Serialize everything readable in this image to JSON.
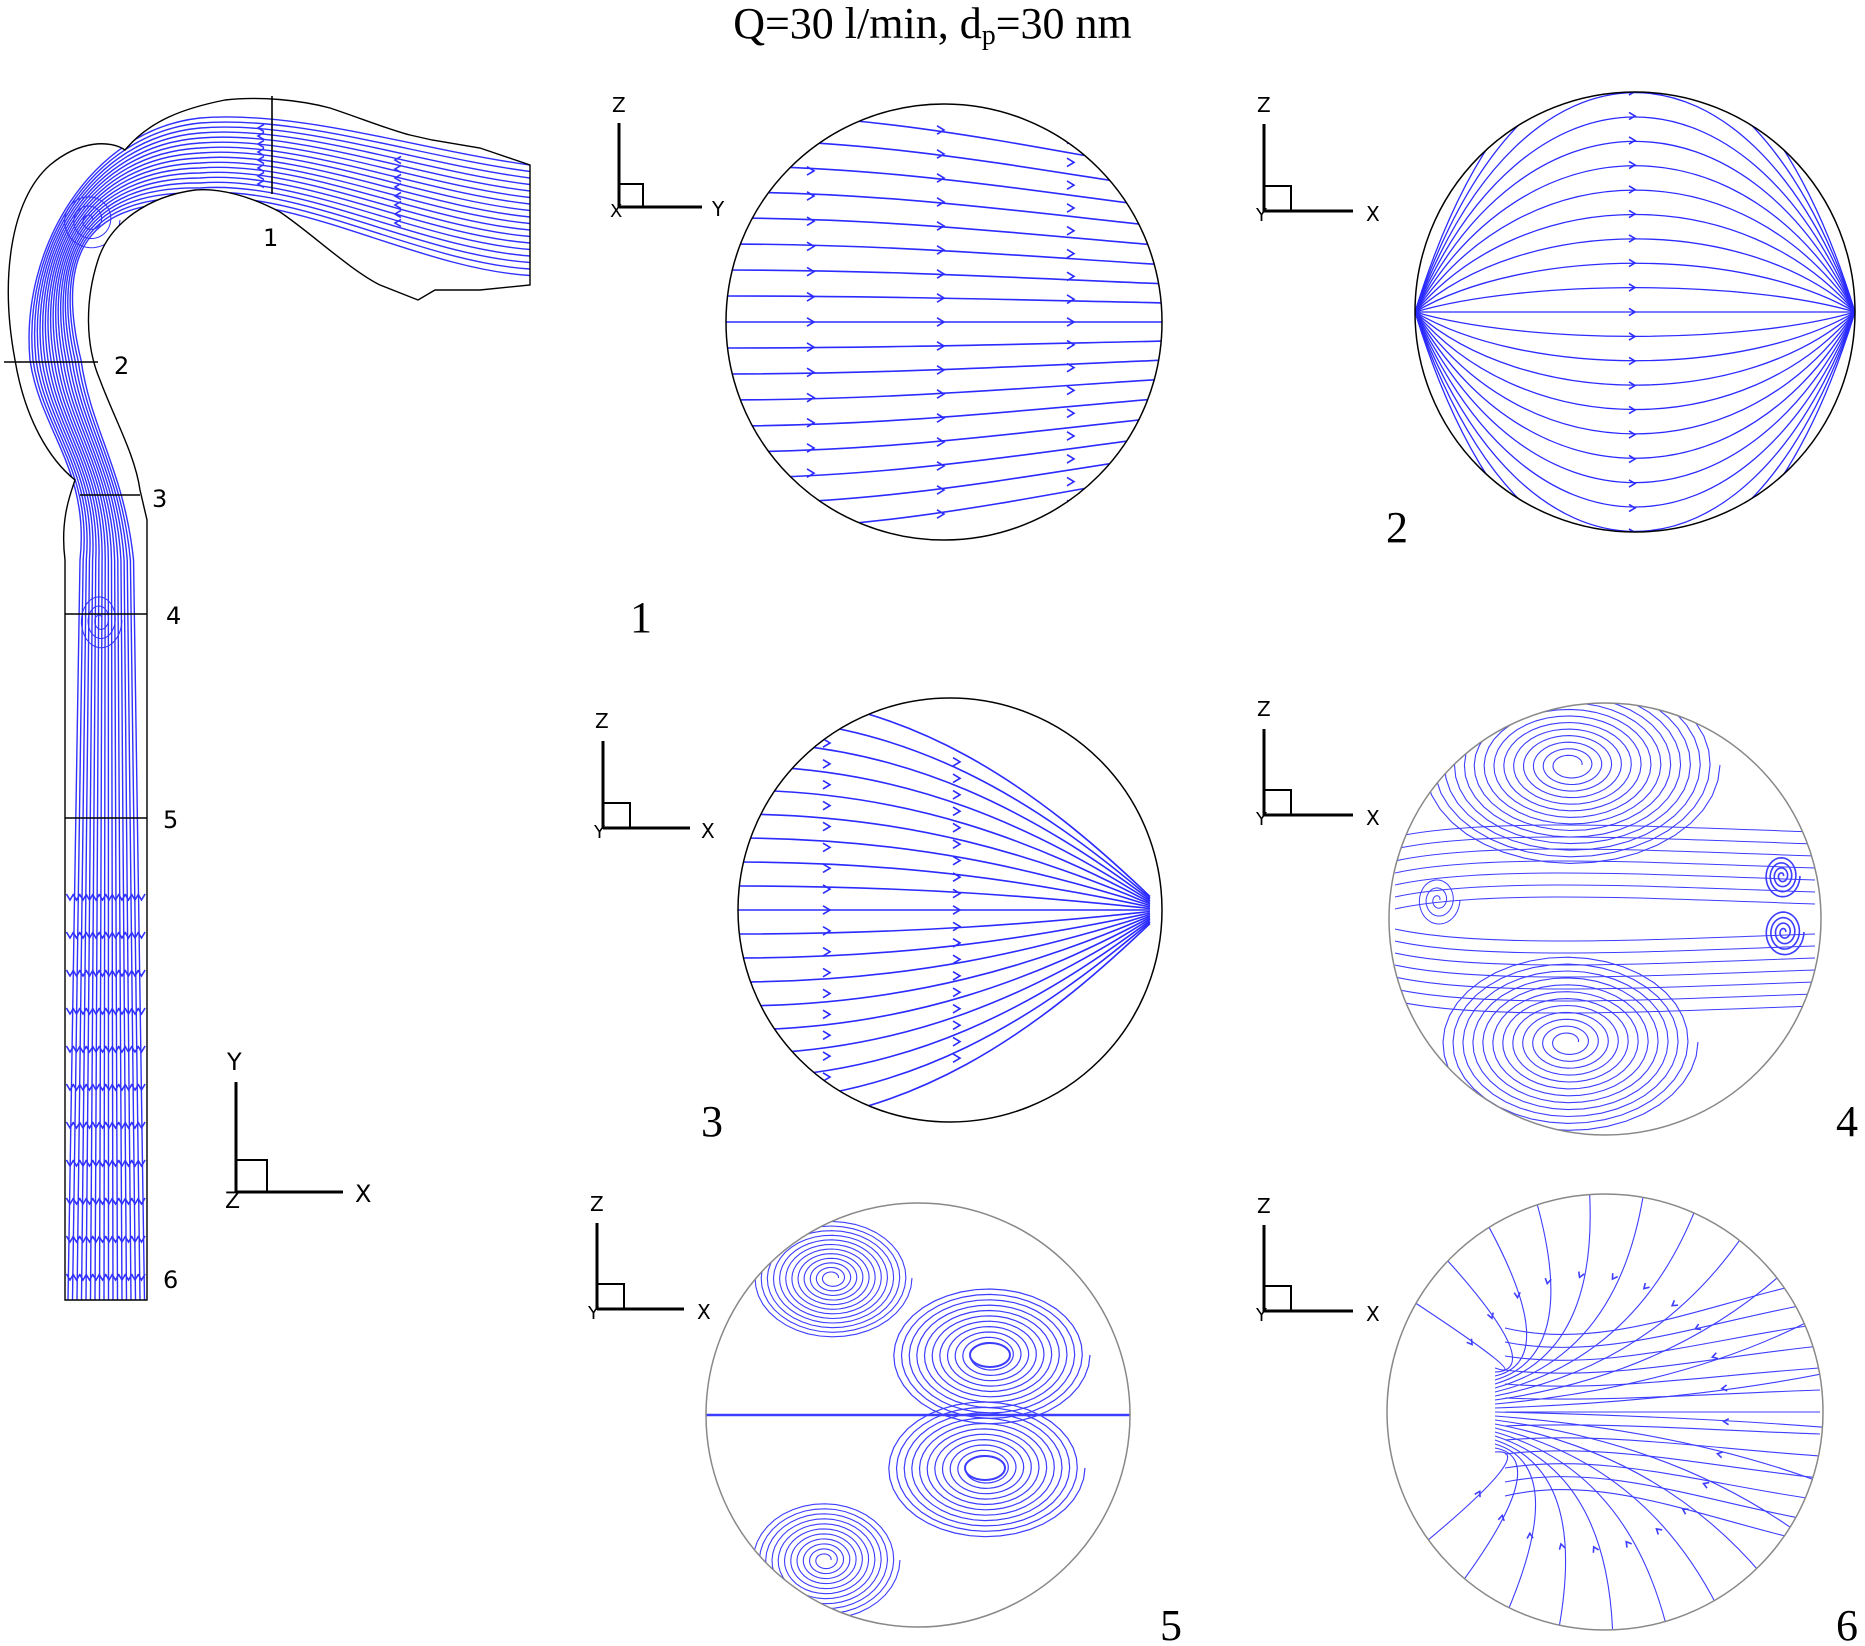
{
  "title": {
    "prefix": "Q=30 l/min, d",
    "subscript": "p",
    "suffix": "=30 nm"
  },
  "airway": {
    "section_labels": [
      "1",
      "2",
      "3",
      "4",
      "5",
      "6"
    ],
    "axes": {
      "vertical": "Y",
      "horizontal": "X",
      "out_of_plane": "Z"
    }
  },
  "panels": [
    {
      "id": "1",
      "label": "1",
      "axes": {
        "vertical": "Z",
        "horizontal": "Y",
        "origin": "X"
      },
      "pattern": "unidirectional-right",
      "line_color": "#2b2bff",
      "boundary_color": "#000000"
    },
    {
      "id": "2",
      "label": "2",
      "axes": {
        "vertical": "Z",
        "horizontal": "X",
        "origin": "Y"
      },
      "pattern": "pole-to-pole",
      "line_color": "#2b2bff",
      "boundary_color": "#000000"
    },
    {
      "id": "3",
      "label": "3",
      "axes": {
        "vertical": "Z",
        "horizontal": "X",
        "origin": "Y"
      },
      "pattern": "converging-right",
      "line_color": "#2b2bff",
      "boundary_color": "#000000"
    },
    {
      "id": "4",
      "label": "4",
      "axes": {
        "vertical": "Z",
        "horizontal": "X",
        "origin": "Y"
      },
      "pattern": "vortex-pairs",
      "line_color": "#3d3dff",
      "boundary_color": "#888888"
    },
    {
      "id": "5",
      "label": "5",
      "axes": {
        "vertical": "Z",
        "horizontal": "X",
        "origin": "Y"
      },
      "pattern": "four-vortices",
      "line_color": "#3d3dff",
      "boundary_color": "#888888"
    },
    {
      "id": "6",
      "label": "6",
      "axes": {
        "vertical": "Z",
        "horizontal": "X",
        "origin": "Y"
      },
      "pattern": "crescent-flow",
      "line_color": "#3d3dff",
      "boundary_color": "#888888"
    }
  ]
}
